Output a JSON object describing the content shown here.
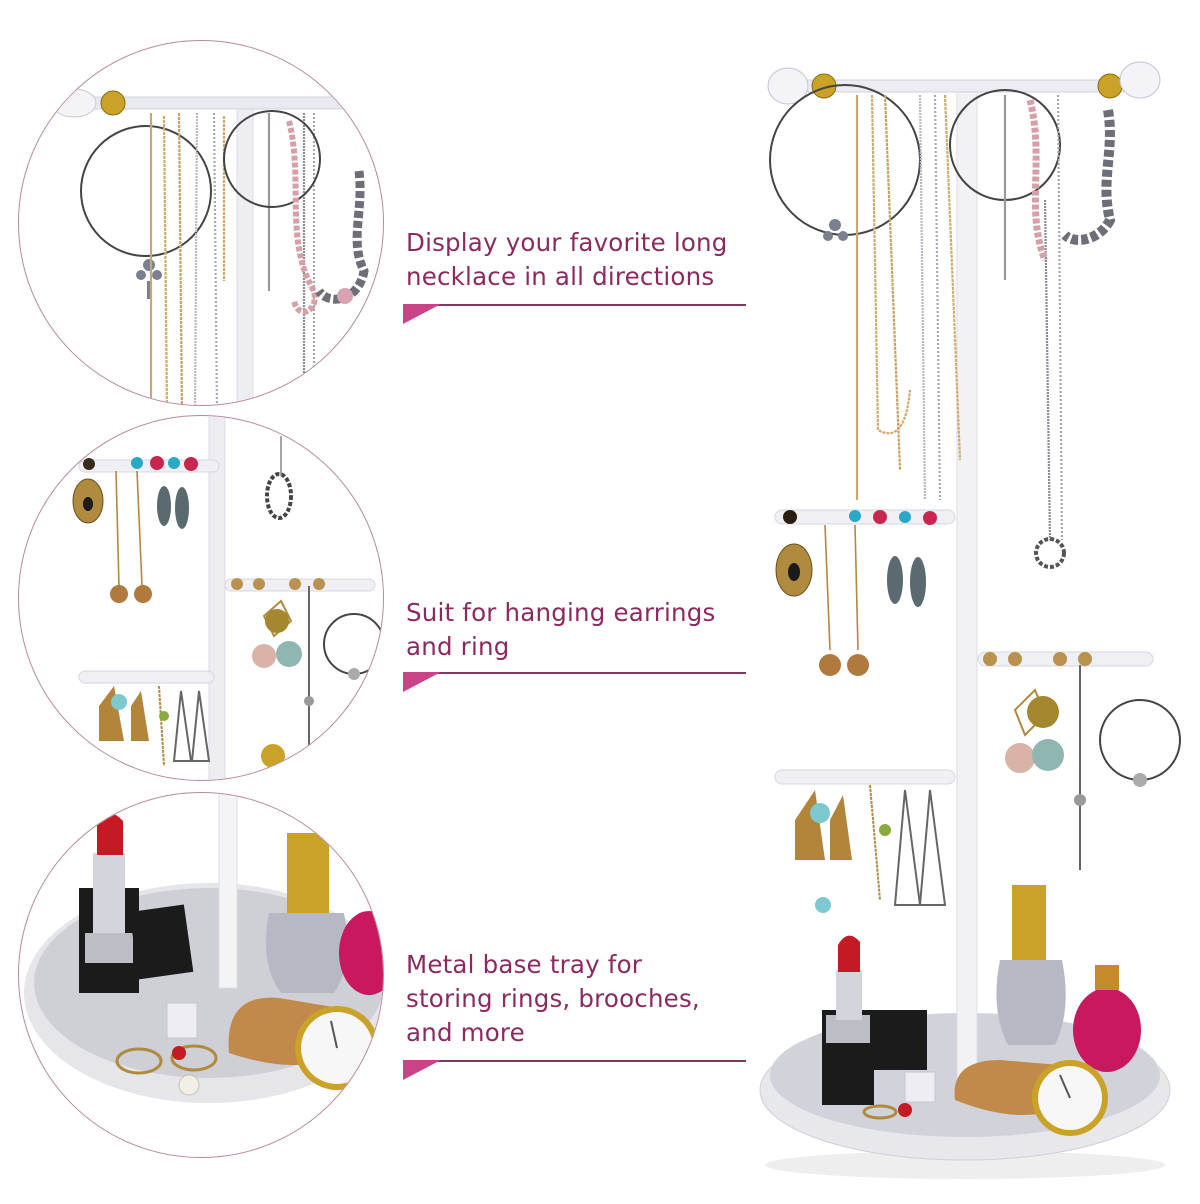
{
  "theme": {
    "caption_color": "#8b2a5f",
    "arrow_line_color": "#7e3a5c",
    "arrow_head_color": "#c94486",
    "circle_border_color": "#b48aa0",
    "background": "#ffffff"
  },
  "features": [
    {
      "id": "necklace",
      "caption": "Display your favorite long\nnecklace in all directions",
      "circle_view": "top-bar-necklaces",
      "arrow_direction": "left"
    },
    {
      "id": "earrings",
      "caption": "Suit for hanging earrings\nand ring",
      "circle_view": "earring-bars",
      "arrow_direction": "left"
    },
    {
      "id": "tray",
      "caption": "Metal base tray for\nstoring rings, brooches,\nand more",
      "circle_view": "base-tray",
      "arrow_direction": "left"
    }
  ],
  "product": {
    "name": "jewelry-tower-stand",
    "color": "white",
    "parts": [
      "top-necklace-bar",
      "crystal-finials",
      "upper-earring-bar",
      "middle-earring-bar",
      "lower-earring-bar",
      "center-pole",
      "round-base-tray"
    ],
    "tray_items": [
      "lipstick",
      "lipstick-cap",
      "glitter-perfume-bottle",
      "pink-perfume-bottle",
      "gold-mesh-watch",
      "rings",
      "brooch",
      "crystal-stud"
    ]
  }
}
